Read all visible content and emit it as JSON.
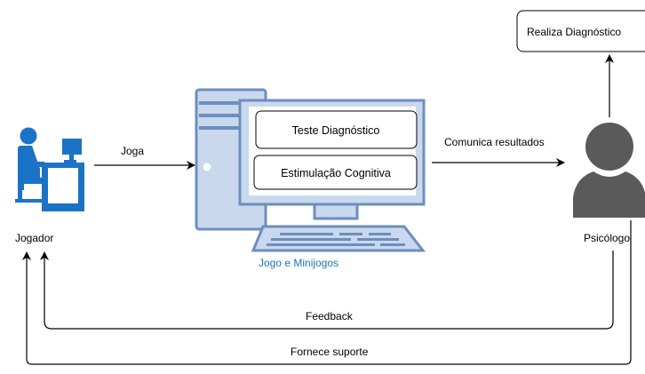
{
  "nodes": {
    "result_box": "Realiza Diagnóstico",
    "test_box": "Teste Diagnóstico",
    "stim_box": "Estimulação Cognitiva",
    "player_label": "Jogador",
    "psychologist_label": "Psicólogo",
    "computer_label": "Jogo e Minijogos"
  },
  "edges": {
    "plays": "Joga",
    "communicates": "Comunica resultados",
    "feedback": "Feedback",
    "support": "Fornece suporte"
  },
  "colors": {
    "icon_blue": "#1a73c6",
    "computer_fill": "#c9d8ec",
    "computer_stroke": "#6d8ebf",
    "psychologist_gray": "#5a5a5a",
    "line": "#000000"
  }
}
